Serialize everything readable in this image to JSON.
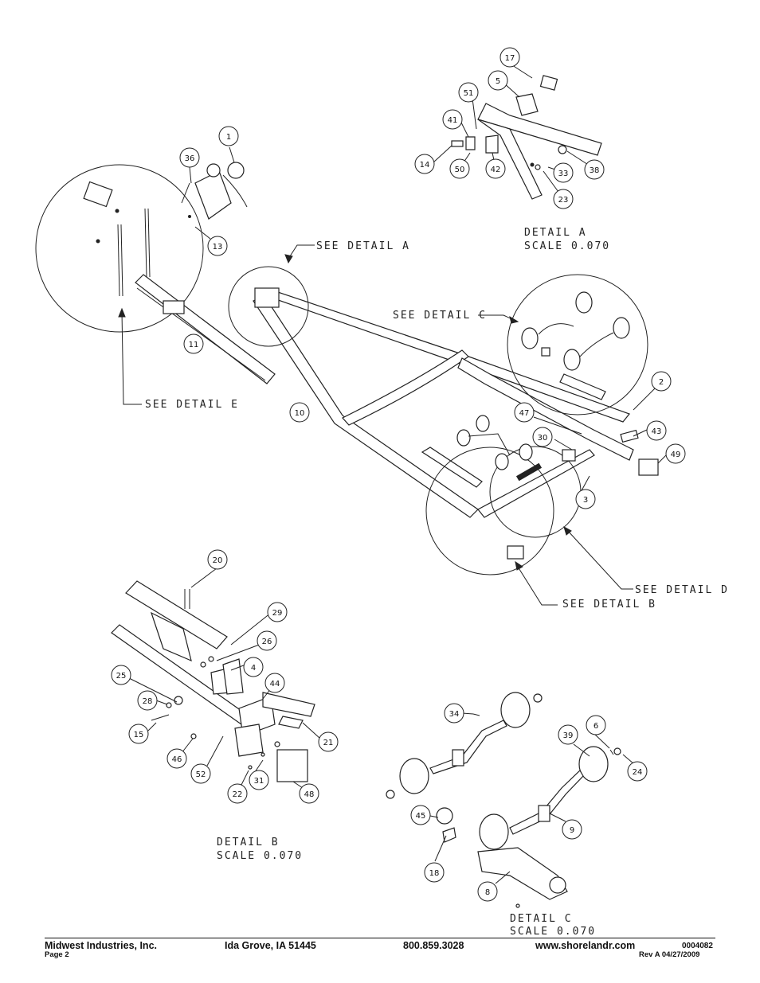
{
  "callouts": [
    {
      "n": "17"
    },
    {
      "n": "5"
    },
    {
      "n": "51"
    },
    {
      "n": "41"
    },
    {
      "n": "14"
    },
    {
      "n": "50"
    },
    {
      "n": "42"
    },
    {
      "n": "33"
    },
    {
      "n": "38"
    },
    {
      "n": "23"
    },
    {
      "n": "36"
    },
    {
      "n": "1"
    },
    {
      "n": "13"
    },
    {
      "n": "11"
    },
    {
      "n": "10"
    },
    {
      "n": "2"
    },
    {
      "n": "47"
    },
    {
      "n": "43"
    },
    {
      "n": "30"
    },
    {
      "n": "49"
    },
    {
      "n": "3"
    },
    {
      "n": "20"
    },
    {
      "n": "29"
    },
    {
      "n": "26"
    },
    {
      "n": "4"
    },
    {
      "n": "25"
    },
    {
      "n": "44"
    },
    {
      "n": "28"
    },
    {
      "n": "15"
    },
    {
      "n": "21"
    },
    {
      "n": "46"
    },
    {
      "n": "52"
    },
    {
      "n": "31"
    },
    {
      "n": "22"
    },
    {
      "n": "48"
    },
    {
      "n": "34"
    },
    {
      "n": "6"
    },
    {
      "n": "39"
    },
    {
      "n": "24"
    },
    {
      "n": "45"
    },
    {
      "n": "9"
    },
    {
      "n": "18"
    },
    {
      "n": "8"
    }
  ],
  "labels": {
    "see_detail_a": "SEE DETAIL A",
    "see_detail_c": "SEE DETAIL C",
    "see_detail_e": "SEE DETAIL E",
    "see_detail_d": "SEE DETAIL D",
    "see_detail_b": "SEE DETAIL B",
    "detail_a": "DETAIL A",
    "detail_a_scale": "SCALE 0.070",
    "detail_b": "DETAIL B",
    "detail_b_scale": "SCALE 0.070",
    "detail_c": "DETAIL C",
    "detail_c_scale": "SCALE 0.070"
  },
  "footer": {
    "company": "Midwest Industries, Inc.",
    "city": "Ida Grove, IA  51445",
    "phone": "800.859.3028",
    "website": "www.shorelandr.com",
    "doc_number": "0004082",
    "page": "Page 2",
    "revision": "Rev  A  04/27/2009"
  }
}
